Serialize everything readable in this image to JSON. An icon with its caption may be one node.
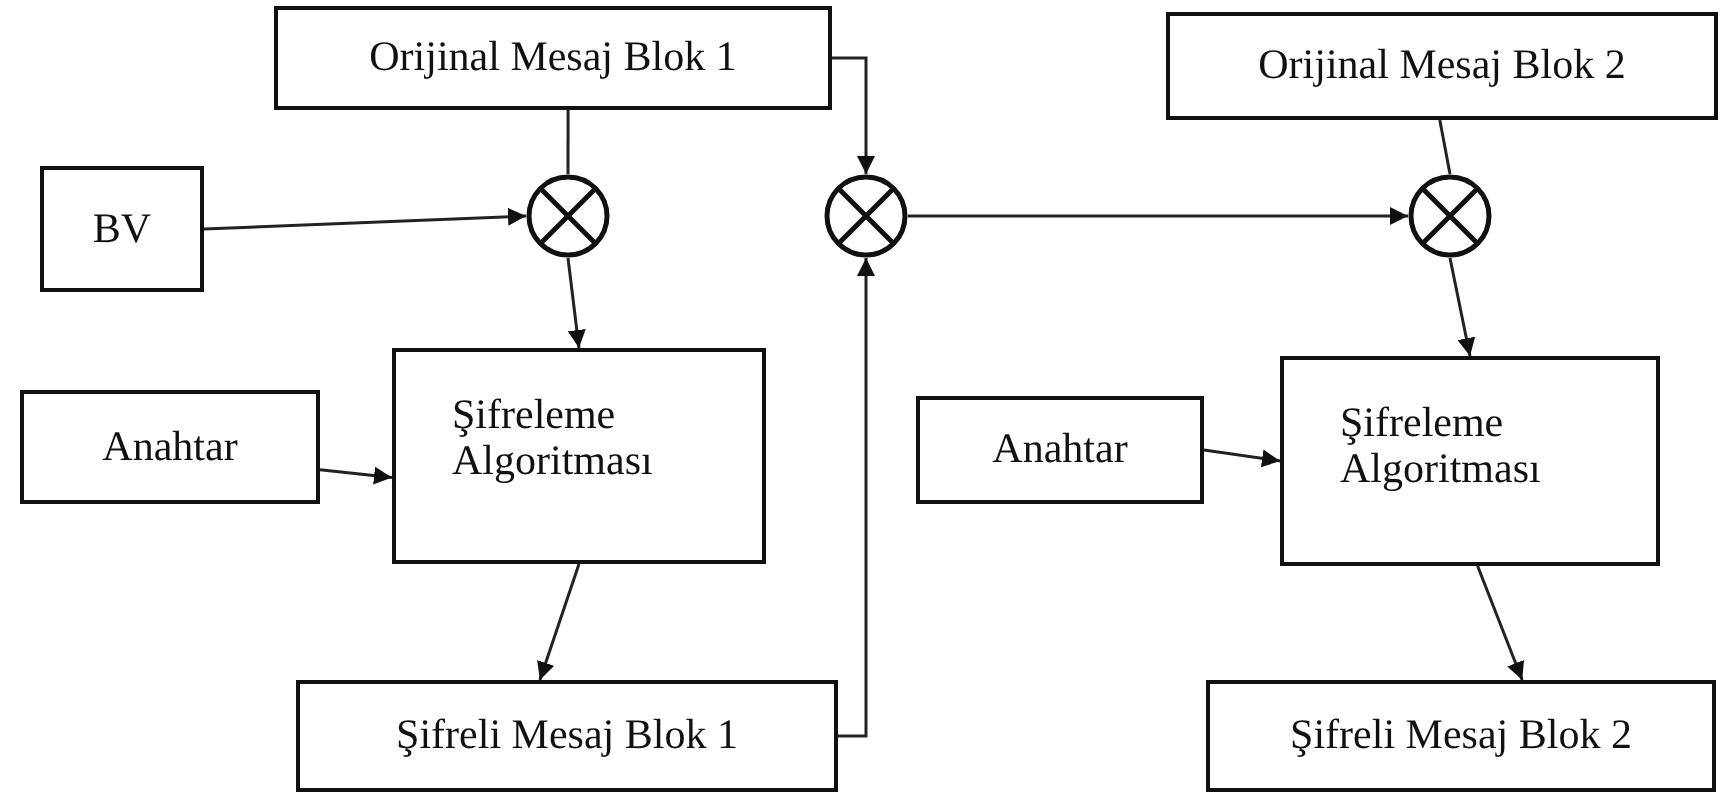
{
  "diagram": {
    "nodes": [
      {
        "text": [
          "Orijinal Mesaj Blok 1"
        ]
      },
      {
        "text": [
          "BV"
        ]
      },
      {
        "text": [],
        "shape": "circle"
      },
      {
        "text": [],
        "shape": "circle"
      },
      {
        "text": [
          "Orijinal Mesaj Blok 2"
        ]
      },
      {
        "text": [],
        "shape": "circle"
      },
      {
        "text": [
          "Anahtar"
        ]
      },
      {
        "text": [
          "Şifreleme Algoritması"
        ]
      },
      {
        "text": [
          "Anahtar"
        ]
      },
      {
        "text": [
          "Şifreleme Algoritması"
        ]
      },
      {
        "text": [
          "Şifreli Mesaj Blok 1"
        ]
      },
      {
        "text": [
          "Şifreli Mesaj Blok 2"
        ]
      }
    ],
    "edges": [
      {
        "from": 0,
        "to": 2,
        "arrow": "none"
      },
      {
        "from": 1,
        "to": 2,
        "arrow": "to"
      },
      {
        "from": 2,
        "to": 7,
        "arrow": "to"
      },
      {
        "from": 0,
        "to": 3,
        "arrow": "to"
      },
      {
        "from": 10,
        "to": 3,
        "arrow": "to"
      },
      {
        "from": 3,
        "to": 5,
        "arrow": "to"
      },
      {
        "from": 4,
        "to": 5,
        "arrow": "none"
      },
      {
        "from": 5,
        "to": 9,
        "arrow": "to"
      },
      {
        "from": 6,
        "to": 7,
        "arrow": "to"
      },
      {
        "from": 8,
        "to": 9,
        "arrow": "to"
      },
      {
        "from": 7,
        "to": 10,
        "arrow": "to"
      },
      {
        "from": 9,
        "to": 11,
        "arrow": "to"
      }
    ]
  }
}
